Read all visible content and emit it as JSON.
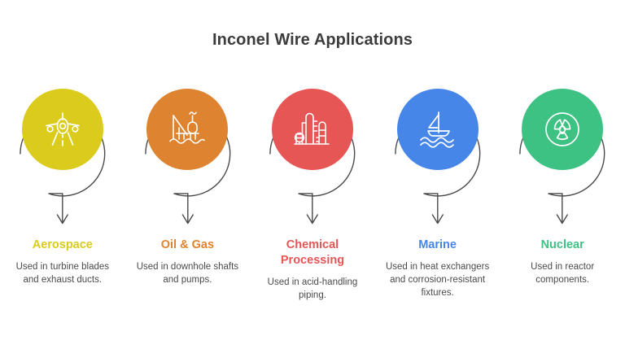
{
  "header": {
    "title": "Inconel Wire Applications",
    "title_color": "#3c3c3c"
  },
  "background_color": "#ffffff",
  "ring_color": "#4a4a4a",
  "items": [
    {
      "label": "Aerospace",
      "description": "Used in turbine blades and exhaust ducts.",
      "color": "#DBCB1C",
      "icon": "airplane-front-icon"
    },
    {
      "label": "Oil & Gas",
      "description": "Used in downhole shafts and pumps.",
      "color": "#DE8430",
      "icon": "offshore-oil-rig-icon"
    },
    {
      "label": "Chemical Processing",
      "description": "Used in acid-handling piping.",
      "color": "#E55654",
      "icon": "refinery-towers-icon"
    },
    {
      "label": "Marine",
      "description": "Used in heat exchangers and corrosion-resistant fixtures.",
      "color": "#4586E8",
      "icon": "sailboat-waves-icon"
    },
    {
      "label": "Nuclear",
      "description": "Used in reactor components.",
      "color": "#3EC283",
      "icon": "radiation-trefoil-icon"
    }
  ]
}
